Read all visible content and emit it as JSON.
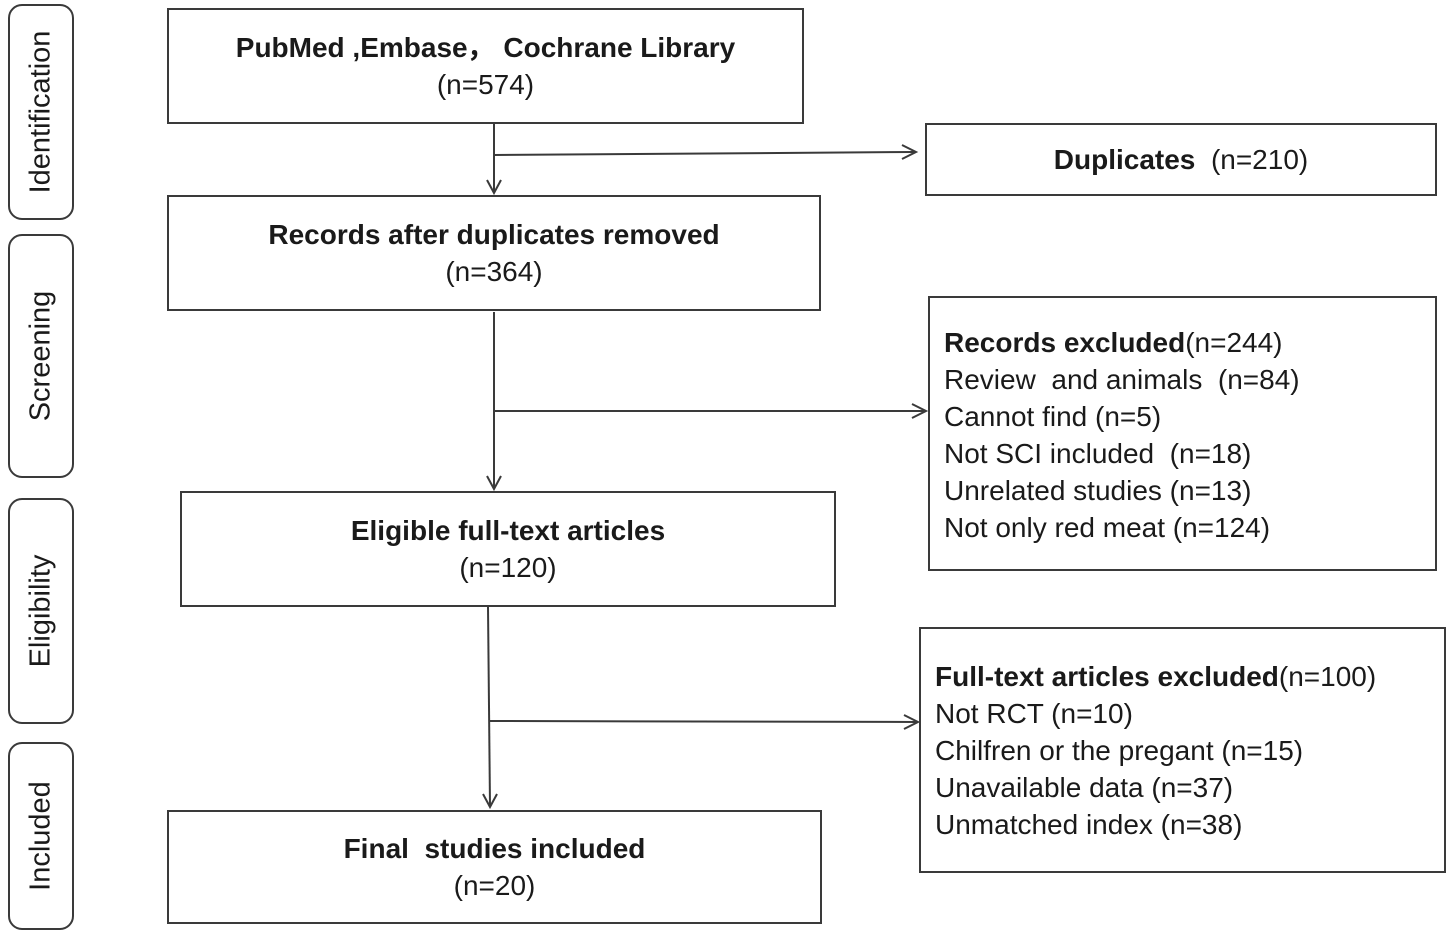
{
  "stages": [
    {
      "label": "Identification"
    },
    {
      "label": "Screening"
    },
    {
      "label": "Eligibility"
    },
    {
      "label": "Included"
    }
  ],
  "boxes": {
    "sources": {
      "title": "PubMed ,Embase， Cochrane Library",
      "count": "(n=574)"
    },
    "duplicates": {
      "title": "Duplicates",
      "count": "(n=210)"
    },
    "after_dup": {
      "title": "Records after duplicates removed",
      "count": "(n=364)"
    },
    "records_excluded": {
      "title": "Records excluded",
      "count": "(n=244)",
      "items": [
        "Review  and animals  (n=84)",
        "Cannot find (n=5)",
        "Not SCI included  (n=18)",
        "Unrelated studies (n=13)",
        "Not only red meat (n=124)"
      ]
    },
    "eligible": {
      "title": "Eligible full-text articles",
      "count": "(n=120)"
    },
    "fulltext_excluded": {
      "title": "Full-text articles excluded",
      "count": "(n=100)",
      "items": [
        "Not RCT (n=10)",
        "Chilfren or the pregant (n=15)",
        "Unavailable data (n=37)",
        "Unmatched index (n=38)"
      ]
    },
    "final": {
      "title": "Final  studies included",
      "count": "(n=20)"
    }
  }
}
